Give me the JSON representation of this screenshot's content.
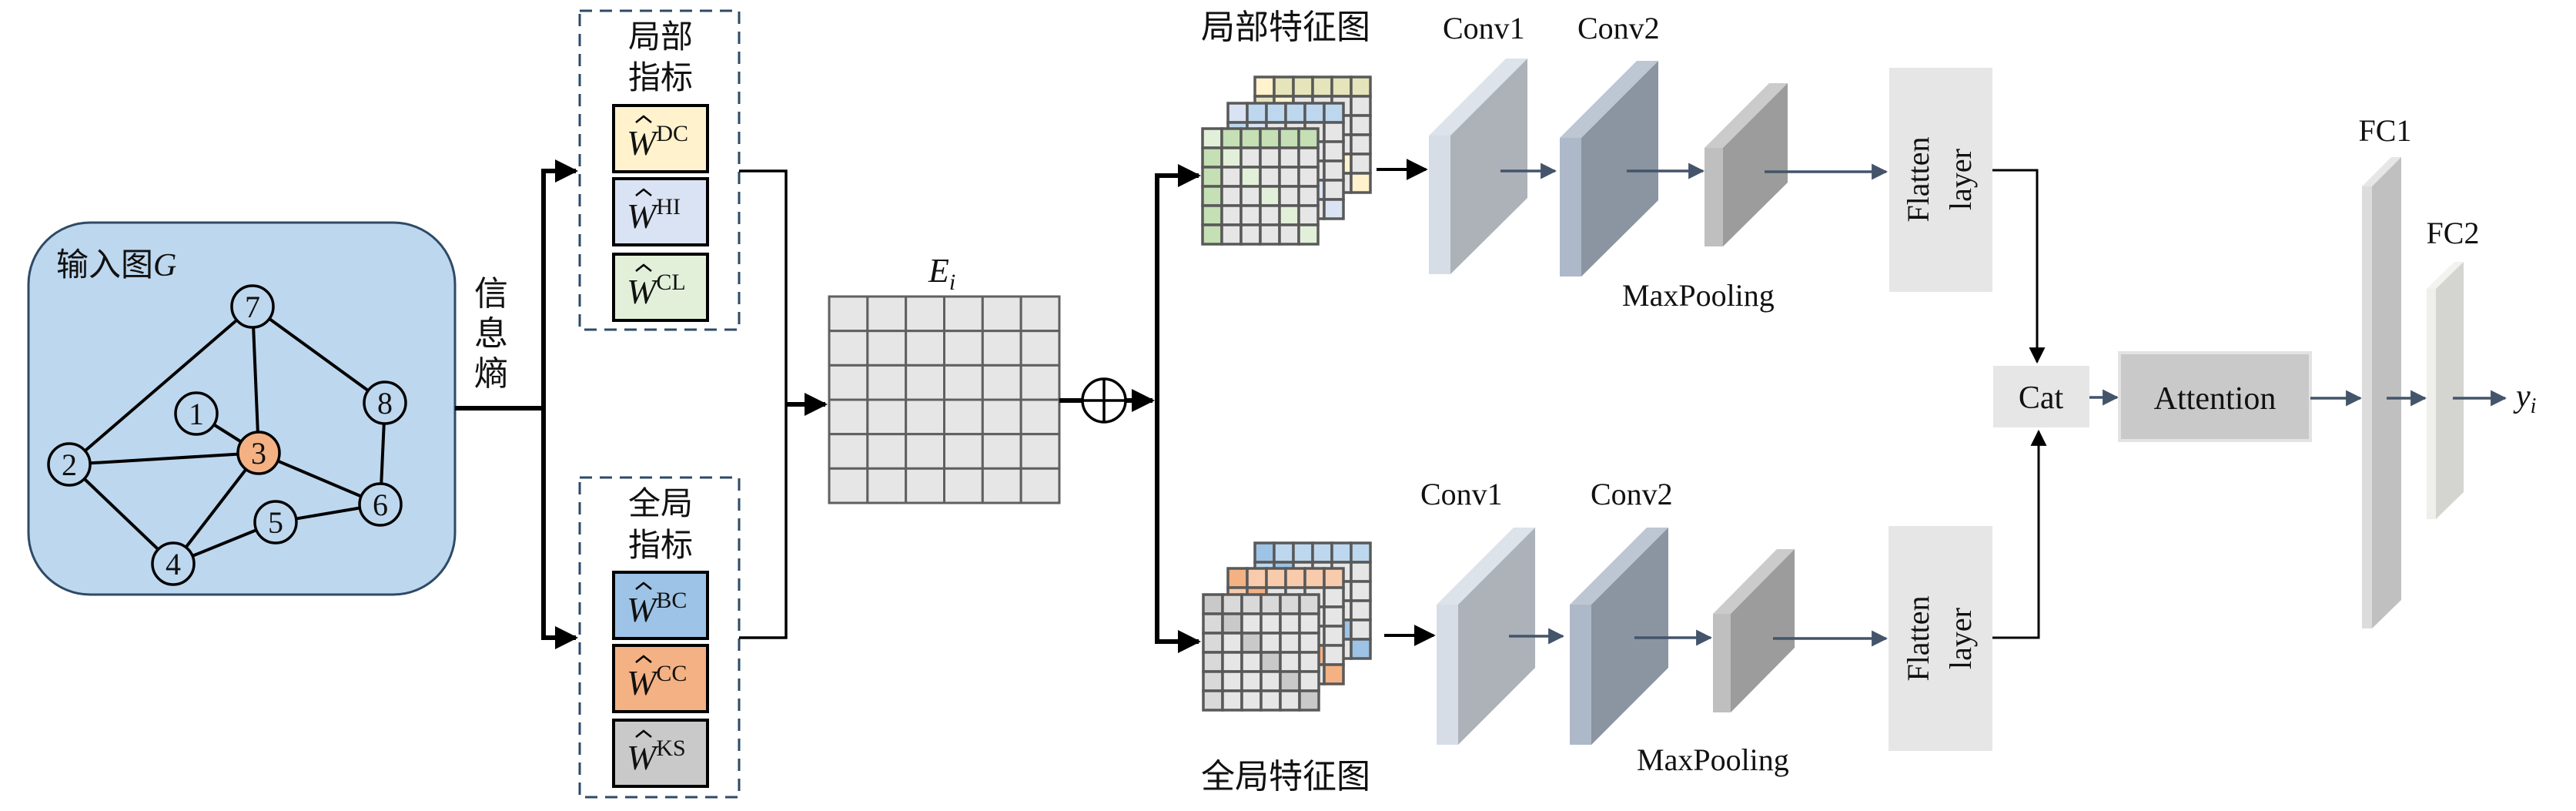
{
  "input_graph": {
    "title": "输入图",
    "title_symbol": "G",
    "nodes": [
      {
        "id": "1",
        "highlighted": false
      },
      {
        "id": "2",
        "highlighted": false
      },
      {
        "id": "3",
        "highlighted": true
      },
      {
        "id": "4",
        "highlighted": false
      },
      {
        "id": "5",
        "highlighted": false
      },
      {
        "id": "6",
        "highlighted": false
      },
      {
        "id": "7",
        "highlighted": false
      },
      {
        "id": "8",
        "highlighted": false
      }
    ],
    "edges": [
      [
        "7",
        "2"
      ],
      [
        "7",
        "3"
      ],
      [
        "7",
        "8"
      ],
      [
        "1",
        "3"
      ],
      [
        "2",
        "3"
      ],
      [
        "2",
        "4"
      ],
      [
        "3",
        "4"
      ],
      [
        "3",
        "6"
      ],
      [
        "8",
        "6"
      ],
      [
        "5",
        "6"
      ],
      [
        "4",
        "5"
      ]
    ],
    "fill_color": "#bdd7ee",
    "highlight_color": "#f4b183"
  },
  "entropy_label": [
    "信",
    "息",
    "熵"
  ],
  "local_metrics": {
    "title_line1": "局部",
    "title_line2": "指标",
    "items": [
      {
        "base": "W",
        "sup": "DC",
        "color": "#fff2cc"
      },
      {
        "base": "W",
        "sup": "HI",
        "color": "#dae3f3"
      },
      {
        "base": "W",
        "sup": "CL",
        "color": "#e2f0d9"
      }
    ]
  },
  "global_metrics": {
    "title_line1": "全局",
    "title_line2": "指标",
    "items": [
      {
        "base": "W",
        "sup": "BC",
        "color": "#9dc3e6"
      },
      {
        "base": "W",
        "sup": "CC",
        "color": "#f4b183"
      },
      {
        "base": "W",
        "sup": "KS",
        "color": "#c9c9c9"
      }
    ]
  },
  "embedding": {
    "label_base": "E",
    "label_sub": "i",
    "rows": 6,
    "cols": 6
  },
  "combine_symbol": "⊕",
  "local_branch": {
    "feature_title": "局部特征图",
    "feature_layers": [
      {
        "strong": "#e5e4bb",
        "light": "#fff2cc"
      },
      {
        "strong": "#bdd7ee",
        "light": "#dae3f3"
      },
      {
        "strong": "#c5e0b4",
        "light": "#e2f0d9"
      }
    ],
    "conv1_label": "Conv1",
    "conv2_label": "Conv2",
    "pool_label": "MaxPooling",
    "flatten_line1": "Flatten",
    "flatten_line2": "layer"
  },
  "global_branch": {
    "feature_title": "全局特征图",
    "feature_layers": [
      {
        "strong": "#bdd7ee",
        "light": "#9dc3e6"
      },
      {
        "strong": "#f8cbad",
        "light": "#f4b183"
      },
      {
        "strong": "#d9d9d9",
        "light": "#c9c9c9"
      }
    ],
    "conv1_label": "Conv1",
    "conv2_label": "Conv2",
    "pool_label": "MaxPooling",
    "flatten_line1": "Flatten",
    "flatten_line2": "layer"
  },
  "cat_label": "Cat",
  "attention_label": "Attention",
  "fc1_label": "FC1",
  "fc2_label": "FC2",
  "output_label": {
    "base": "y",
    "sub": "i"
  }
}
